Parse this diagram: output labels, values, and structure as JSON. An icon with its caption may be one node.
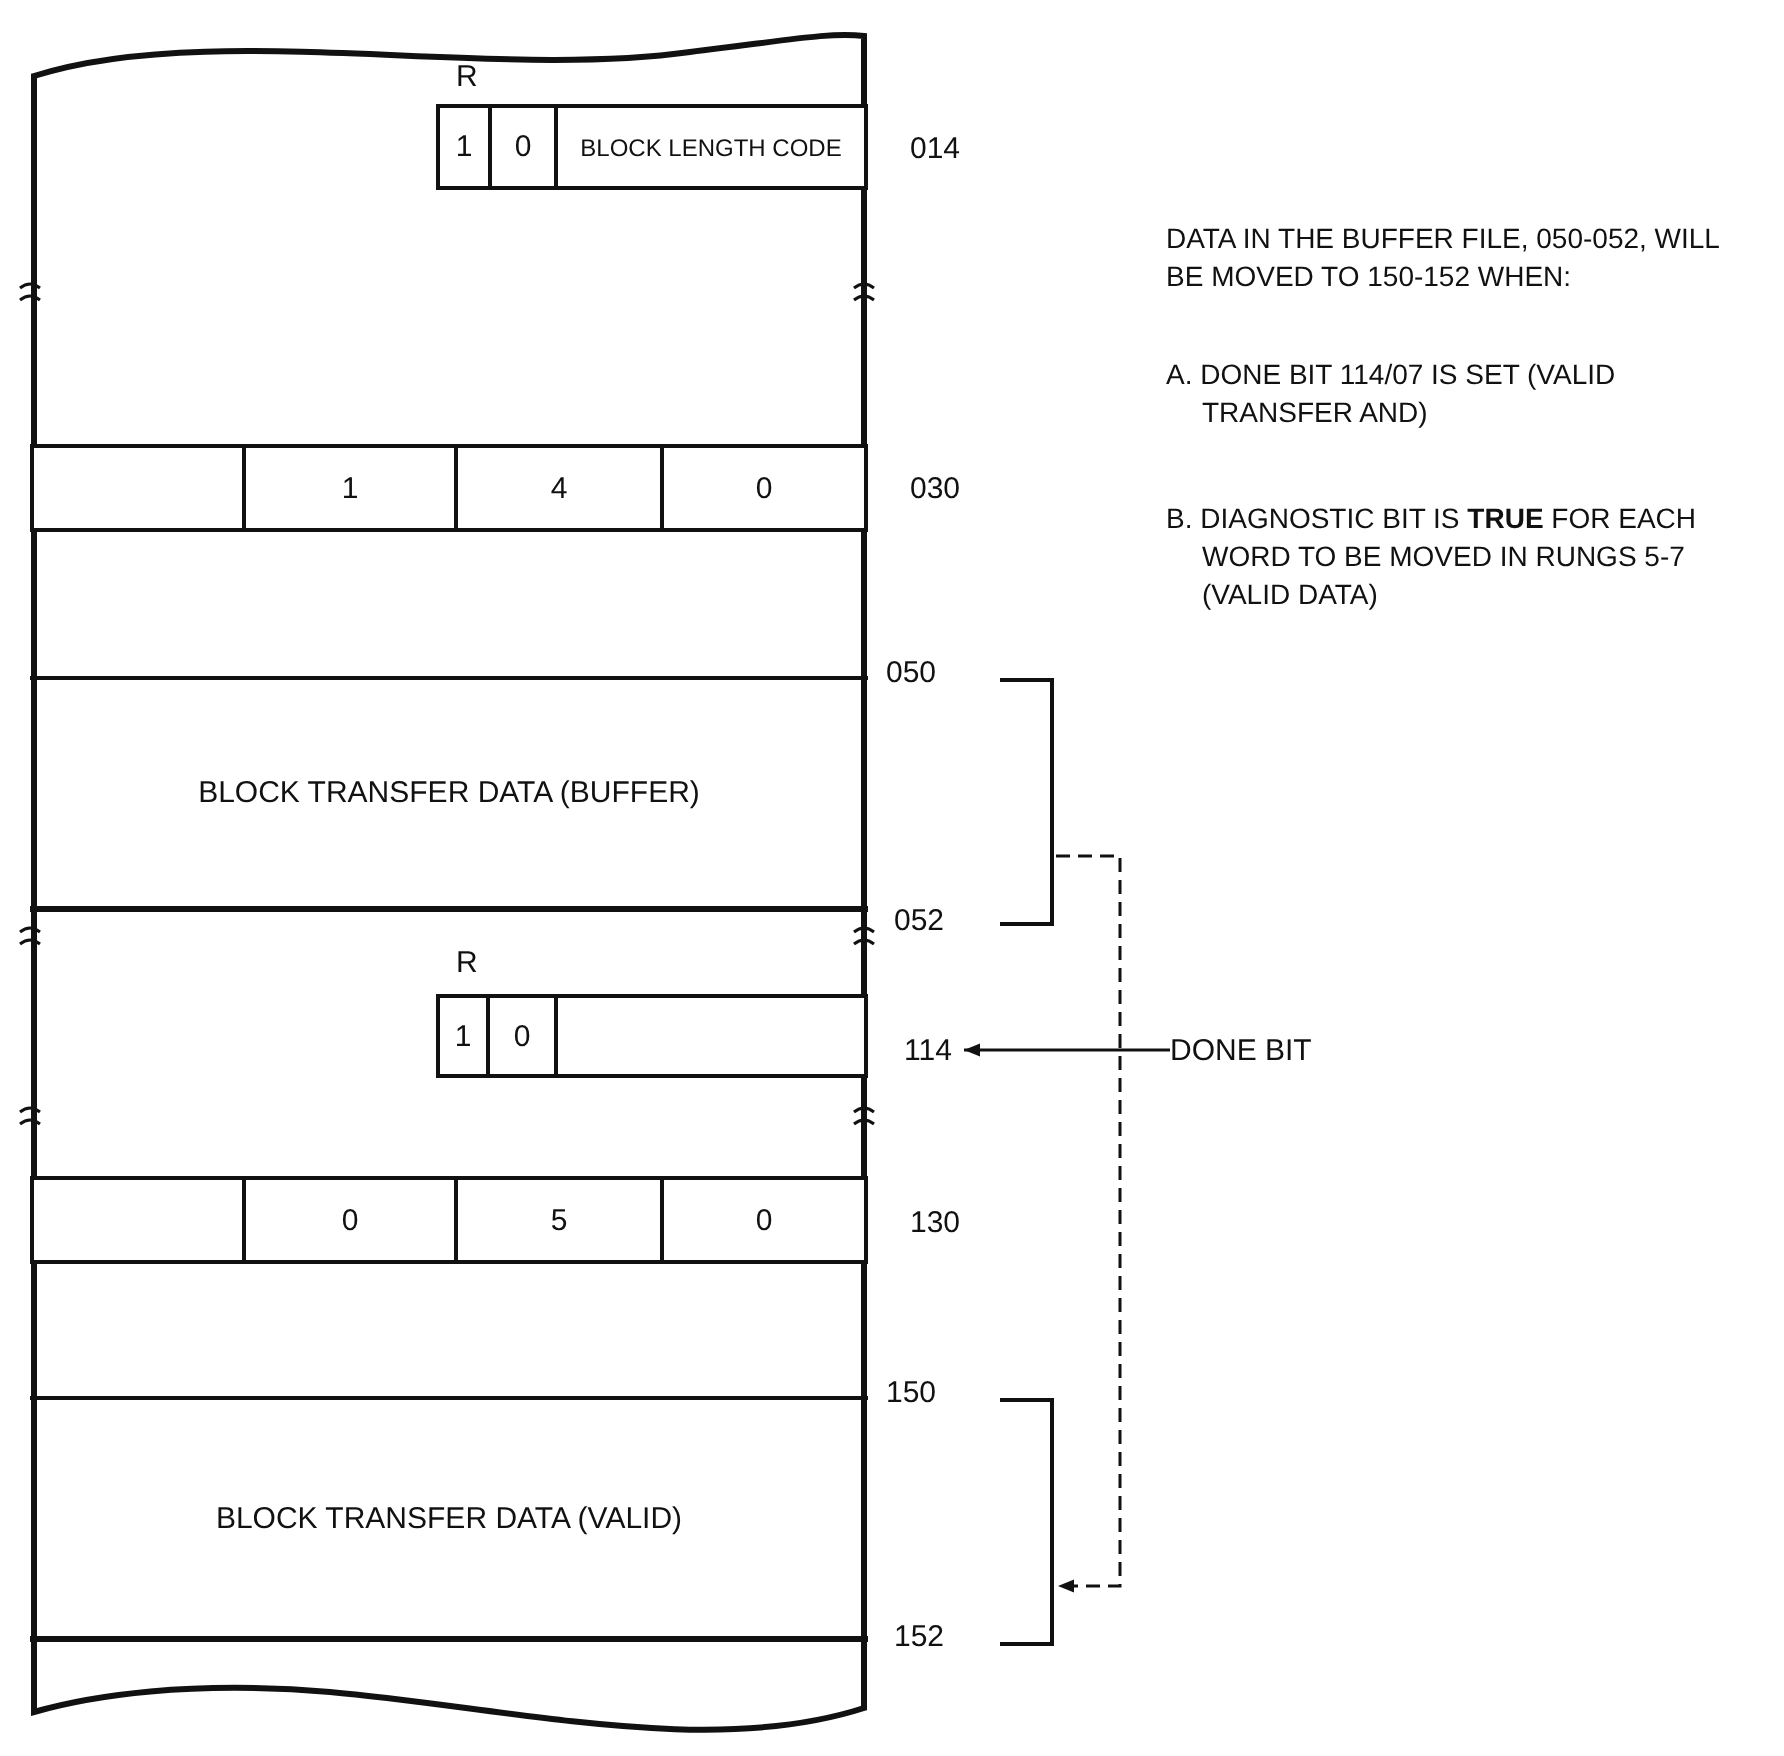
{
  "diagram": {
    "nodes": [
      {
        "text": [],
        "shape": "box"
      },
      {
        "text": [
          "1"
        ],
        "in": 0
      },
      {
        "text": [
          "0"
        ],
        "in": 0
      },
      {
        "text": [
          "BLOCK LENGTH CODE"
        ],
        "in": 0
      },
      {
        "text": [],
        "shape": "box",
        "in": 0
      },
      {
        "text": [
          "1"
        ],
        "in": 0
      },
      {
        "text": [
          "4"
        ],
        "in": 0
      },
      {
        "text": [
          "0"
        ],
        "in": 0
      },
      {
        "text": [
          "BLOCK TRANSFER DATA (BUFFER)"
        ],
        "in": 0
      },
      {
        "text": [
          "1"
        ],
        "in": 0
      },
      {
        "text": [
          "0"
        ],
        "in": 0
      },
      {
        "text": [],
        "shape": "box",
        "in": 0
      },
      {
        "text": [],
        "shape": "box",
        "in": 0
      },
      {
        "text": [
          "0"
        ],
        "in": 0
      },
      {
        "text": [
          "5"
        ],
        "in": 0
      },
      {
        "text": [
          "0"
        ],
        "in": 0
      },
      {
        "text": [
          "BLOCK TRANSFER DATA (VALID)"
        ],
        "in": 0
      },
      {
        "text": [],
        "shape": "bracket"
      },
      {
        "text": [],
        "shape": "bracket"
      },
      {
        "text": [
          "114"
        ]
      },
      {
        "text": [
          "DONE BIT"
        ]
      }
    ],
    "edges": [
      {
        "from": 17,
        "to": 18,
        "arrow": "to",
        "style": "dashed"
      },
      {
        "from": 20,
        "to": 19,
        "arrow": "to"
      }
    ],
    "labels": [
      "R",
      "014",
      "DATA IN THE BUFFER FILE, 050-052, WILL BE MOVED TO 150-152 WHEN:",
      "A. DONE BIT 114/07 IS SET (VALID TRANSFER AND)",
      "030",
      "B. DIAGNOSTIC BIT IS **TRUE** FOR EACH WORD TO BE MOVED IN RUNGS 5-7 (VALID DATA)",
      "050",
      "052",
      "R",
      "130",
      "150",
      "152"
    ]
  }
}
